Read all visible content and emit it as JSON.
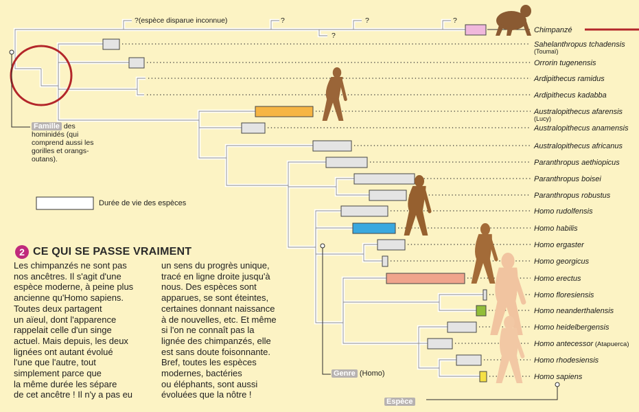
{
  "tree": {
    "chimp_branch_labels": [
      "?(espèce disparue inconnue)",
      "?",
      "?",
      "?",
      "?"
    ],
    "species": [
      {
        "name": "Chimpanzé",
        "italic": false
      },
      {
        "name": "Sahelanthropus tchadensis",
        "note": "(Toumaï)"
      },
      {
        "name": "Orrorin tugenensis"
      },
      {
        "name": "Ardipithecus ramidus"
      },
      {
        "name": "Ardipithecus kadabba"
      },
      {
        "name": "Australopithecus afarensis",
        "note": "(Lucy)"
      },
      {
        "name": "Australopithecus anamensis"
      },
      {
        "name": "Australopithecus africanus"
      },
      {
        "name": "Paranthropus aethiopicus"
      },
      {
        "name": "Paranthropus boisei"
      },
      {
        "name": "Paranthropus robustus"
      },
      {
        "name": "Homo rudolfensis"
      },
      {
        "name": "Homo habilis"
      },
      {
        "name": "Homo ergaster"
      },
      {
        "name": "Homo georgicus"
      },
      {
        "name": "Homo erectus"
      },
      {
        "name": "Homo floresiensis"
      },
      {
        "name": "Homo neanderthalensis"
      },
      {
        "name": "Homo heidelbergensis"
      },
      {
        "name": "Homo antecessor",
        "note": "(Atapuerca)"
      },
      {
        "name": "Homo rhodesiensis"
      },
      {
        "name": "Homo sapiens"
      }
    ]
  },
  "famille": {
    "tag": "Famille",
    "text": "des hominidés (qui comprend aussi les gorilles et orangs-outans)."
  },
  "legend": {
    "label": "Durée de vie des espèces"
  },
  "genre": {
    "tag": "Genre",
    "text": "(Homo)"
  },
  "espece": {
    "tag": "Espèce"
  },
  "section": {
    "number": "2",
    "title": "CE QUI SE PASSE VRAIMENT",
    "col1": "Les chimpanzés ne sont pas\nnos ancêtres. Il s'agit d'une\nespèce moderne, à peine plus\nancienne qu'Homo sapiens.\nToutes deux partagent\nun aïeul, dont l'apparence\nrappelait celle d'un singe\nactuel. Mais depuis, les deux\nlignées ont autant évolué\nl'une que l'autre, tout\nsimplement parce que\nla même durée les sépare\nde cet ancêtre ! Il n'y a pas eu",
    "col2": "un sens du progrès unique,\ntracé en ligne droite jusqu'à\nnous. Des espèces sont\napparues, se sont éteintes,\ncertaines donnant naissance\nà de nouvelles, etc. Et même\nsi l'on ne connaît pas la\nlignée des chimpanzés, elle\nest sans doute foisonnante.\nBref, toutes les espèces\nmodernes, bactéries\nou éléphants, sont aussi\névoluées que la nôtre !"
  },
  "colors": {
    "background": "#fcf3c4",
    "afarensis_bar": "#f6b544",
    "habilis_bar": "#3aa8df",
    "erectus_bar": "#f0a48c",
    "neanderthal_bar": "#92be3a",
    "sapiens_bar": "#f5e045",
    "chimp_bar": "#f0b8dc",
    "default_bar": "#e4e4e4",
    "highlight_circle": "#b3262a",
    "accent_number": "#c02a7c"
  }
}
